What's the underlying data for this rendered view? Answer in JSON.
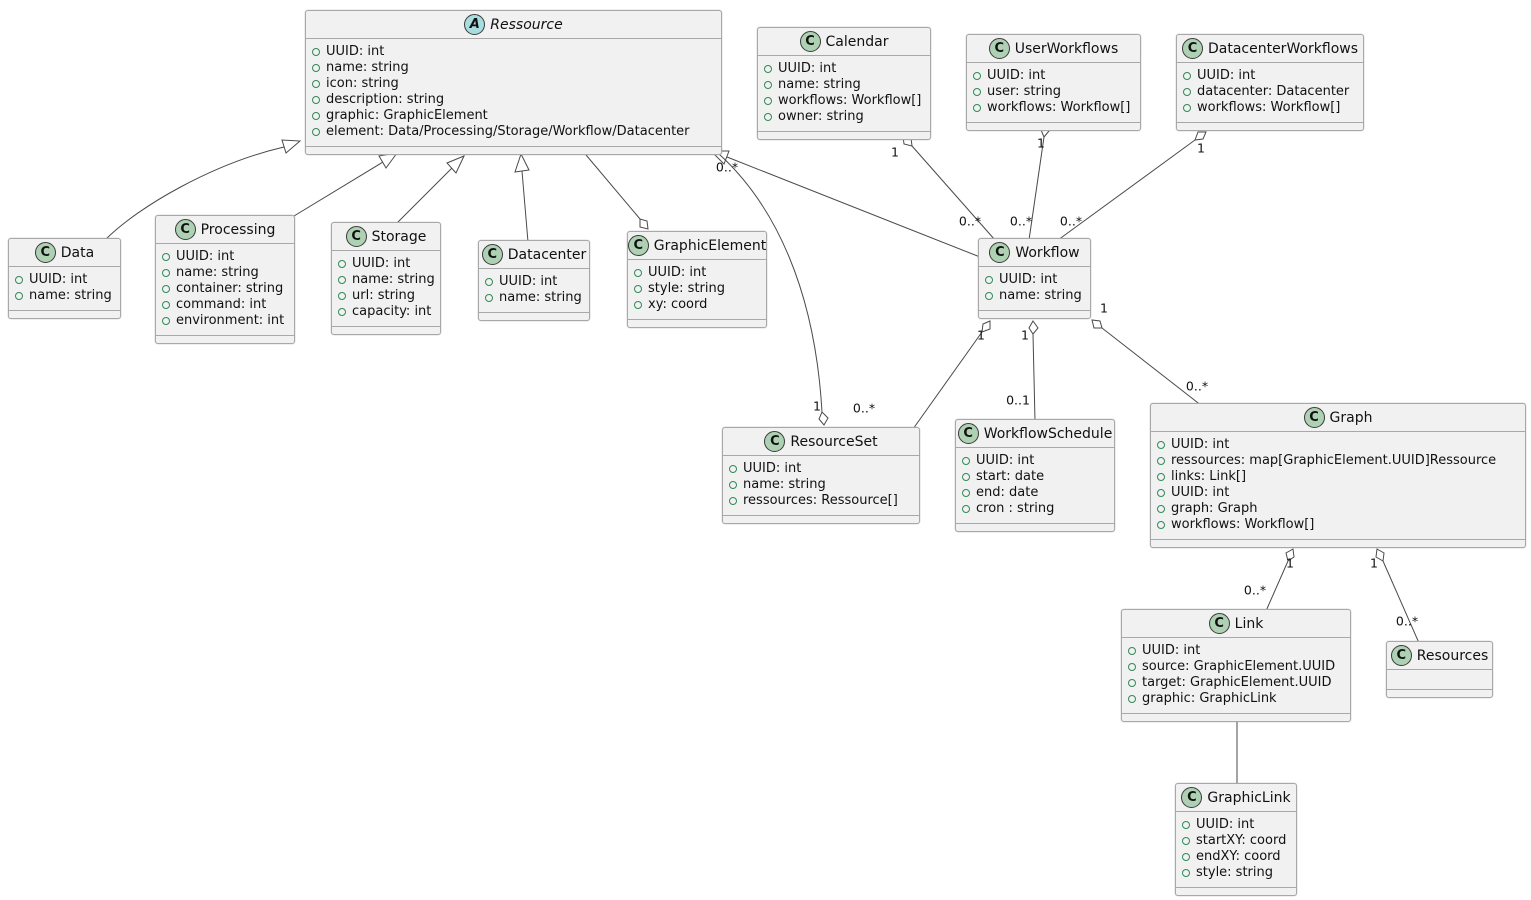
{
  "diagram": {
    "type": "uml-class-diagram",
    "colors": {
      "box_bg": "#F1F1F1",
      "box_border": "#A8A8A8",
      "class_icon_bg": "#ADD1B2",
      "abstract_icon_bg": "#A9DCDF",
      "field_icon": "#2E8B57",
      "line": "#4A4A4A"
    },
    "classes": [
      {
        "id": "ressource",
        "name": "Ressource",
        "kind": "abstract",
        "icon": "A",
        "attributes": [
          "UUID: int",
          "name: string",
          "icon: string",
          "description: string",
          "graphic: GraphicElement",
          "element: Data/Processing/Storage/Workflow/Datacenter"
        ]
      },
      {
        "id": "calendar",
        "name": "Calendar",
        "kind": "class",
        "icon": "C",
        "attributes": [
          "UUID: int",
          "name: string",
          "workflows: Workflow[]",
          "owner: string"
        ]
      },
      {
        "id": "userworkflows",
        "name": "UserWorkflows",
        "kind": "class",
        "icon": "C",
        "attributes": [
          "UUID: int",
          "user: string",
          "workflows: Workflow[]"
        ]
      },
      {
        "id": "datacenterworkflows",
        "name": "DatacenterWorkflows",
        "kind": "class",
        "icon": "C",
        "attributes": [
          "UUID: int",
          "datacenter: Datacenter",
          "workflows: Workflow[]"
        ]
      },
      {
        "id": "data",
        "name": "Data",
        "kind": "class",
        "icon": "C",
        "attributes": [
          "UUID: int",
          "name: string"
        ]
      },
      {
        "id": "processing",
        "name": "Processing",
        "kind": "class",
        "icon": "C",
        "attributes": [
          "UUID: int",
          "name: string",
          "container: string",
          "command: int",
          "environment: int"
        ]
      },
      {
        "id": "storage",
        "name": "Storage",
        "kind": "class",
        "icon": "C",
        "attributes": [
          "UUID: int",
          "name: string",
          "url: string",
          "capacity: int"
        ]
      },
      {
        "id": "datacenter",
        "name": "Datacenter",
        "kind": "class",
        "icon": "C",
        "attributes": [
          "UUID: int",
          "name: string"
        ]
      },
      {
        "id": "graphicelement",
        "name": "GraphicElement",
        "kind": "class",
        "icon": "C",
        "attributes": [
          "UUID: int",
          "style: string",
          "xy: coord"
        ]
      },
      {
        "id": "workflow",
        "name": "Workflow",
        "kind": "class",
        "icon": "C",
        "attributes": [
          "UUID: int",
          "name: string"
        ]
      },
      {
        "id": "resourceset",
        "name": "ResourceSet",
        "kind": "class",
        "icon": "C",
        "attributes": [
          "UUID: int",
          "name: string",
          "ressources: Ressource[]"
        ]
      },
      {
        "id": "workflowschedule",
        "name": "WorkflowSchedule",
        "kind": "class",
        "icon": "C",
        "attributes": [
          "UUID: int",
          "start: date",
          "end: date",
          "cron : string"
        ]
      },
      {
        "id": "graph",
        "name": "Graph",
        "kind": "class",
        "icon": "C",
        "attributes": [
          "UUID: int",
          "ressources: map[GraphicElement.UUID]Ressource",
          "links: Link[]",
          "UUID: int",
          "graph: Graph",
          "workflows: Workflow[]"
        ]
      },
      {
        "id": "link",
        "name": "Link",
        "kind": "class",
        "icon": "C",
        "attributes": [
          "UUID: int",
          "source: GraphicElement.UUID",
          "target: GraphicElement.UUID",
          "graphic: GraphicLink"
        ]
      },
      {
        "id": "resources",
        "name": "Resources",
        "kind": "class",
        "icon": "C",
        "attributes": []
      },
      {
        "id": "graphiclink",
        "name": "GraphicLink",
        "kind": "class",
        "icon": "C",
        "attributes": [
          "UUID: int",
          "startXY: coord",
          "endXY: coord",
          "style: string"
        ]
      }
    ],
    "relations": [
      {
        "type": "generalization",
        "from": "Data",
        "to": "Ressource"
      },
      {
        "type": "generalization",
        "from": "Processing",
        "to": "Ressource"
      },
      {
        "type": "generalization",
        "from": "Storage",
        "to": "Ressource"
      },
      {
        "type": "generalization",
        "from": "Datacenter",
        "to": "Ressource"
      },
      {
        "type": "generalization",
        "from": "Workflow",
        "to": "Ressource"
      },
      {
        "type": "aggregation",
        "from": "GraphicElement",
        "to": "Ressource"
      },
      {
        "type": "aggregation",
        "from": "Calendar",
        "to": "Workflow",
        "from_mult": "1",
        "to_mult": "0..*"
      },
      {
        "type": "aggregation",
        "from": "UserWorkflows",
        "to": "Workflow",
        "from_mult": "1",
        "to_mult": "0..*"
      },
      {
        "type": "aggregation",
        "from": "DatacenterWorkflows",
        "to": "Workflow",
        "from_mult": "1",
        "to_mult": "0..*"
      },
      {
        "type": "aggregation",
        "from": "ResourceSet",
        "to": "Ressource",
        "from_mult": "1",
        "to_mult": "0..*"
      },
      {
        "type": "aggregation",
        "from": "Workflow",
        "to": "ResourceSet",
        "from_mult": "1",
        "to_mult": "0..*"
      },
      {
        "type": "aggregation",
        "from": "Workflow",
        "to": "WorkflowSchedule",
        "from_mult": "1",
        "to_mult": "0..1"
      },
      {
        "type": "aggregation",
        "from": "Workflow",
        "to": "Graph",
        "from_mult": "1",
        "to_mult": "0..*"
      },
      {
        "type": "aggregation",
        "from": "Graph",
        "to": "Link",
        "from_mult": "1",
        "to_mult": "0..*"
      },
      {
        "type": "aggregation",
        "from": "Graph",
        "to": "Resources",
        "from_mult": "1",
        "to_mult": "0..*"
      },
      {
        "type": "association",
        "from": "Link",
        "to": "GraphicLink"
      }
    ]
  }
}
